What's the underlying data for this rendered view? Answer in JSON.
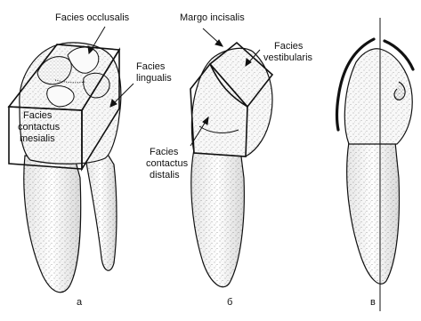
{
  "figures": [
    {
      "letter": "а",
      "labels": {
        "occlusal": "Facies occlusalis",
        "lingual": [
          "Facies",
          "lingualis"
        ],
        "mesial": [
          "Facies",
          "contactus",
          "mesialis"
        ]
      }
    },
    {
      "letter": "б",
      "labels": {
        "incisal": "Margo incisalis",
        "vestibular": [
          "Facies",
          "vestibularis"
        ],
        "distal": [
          "Facies",
          "contactus",
          "distalis"
        ]
      }
    },
    {
      "letter": "в"
    }
  ],
  "colors": {
    "ink": "#111111",
    "shade": "#bdbdbd",
    "paper": "#ffffff"
  }
}
